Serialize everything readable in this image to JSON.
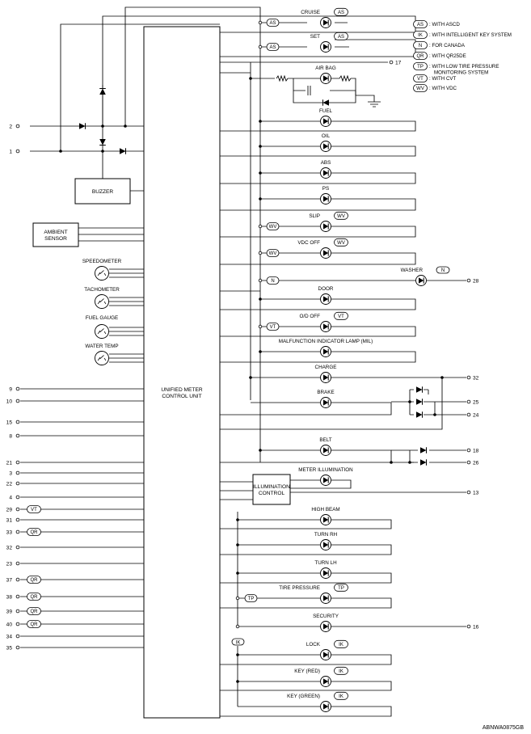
{
  "control_unit": {
    "label_line1": "UNIFIED METER",
    "label_line2": "CONTROL UNIT"
  },
  "buzzer": {
    "label": "BUZZER"
  },
  "ambient_sensor": {
    "label_line1": "AMBIENT",
    "label_line2": "SENSOR"
  },
  "illumination_control": {
    "label_line1": "ILLUMINATION",
    "label_line2": "CONTROL"
  },
  "gauges": [
    {
      "label": "SPEEDOMETER"
    },
    {
      "label": "TACHOMETER"
    },
    {
      "label": "FUEL GAUGE"
    },
    {
      "label": "WATER TEMP"
    }
  ],
  "lamps": [
    {
      "label": "CRUISE",
      "code": "AS",
      "wire_code": "AS"
    },
    {
      "label": "SET",
      "code": "AS",
      "wire_code": "AS"
    },
    {
      "label": "AIR BAG",
      "code": "",
      "wire_code": ""
    },
    {
      "label": "FUEL",
      "code": "",
      "wire_code": ""
    },
    {
      "label": "OIL",
      "code": "",
      "wire_code": ""
    },
    {
      "label": "ABS",
      "code": "",
      "wire_code": ""
    },
    {
      "label": "PS",
      "code": "",
      "wire_code": ""
    },
    {
      "label": "SLIP",
      "code": "WV",
      "wire_code": "WV"
    },
    {
      "label": "VDC OFF",
      "code": "WV",
      "wire_code": "WV"
    },
    {
      "label": "",
      "code": "",
      "wire_code": "N"
    },
    {
      "label": "DOOR",
      "code": "",
      "wire_code": ""
    },
    {
      "label": "O/D OFF",
      "code": "VT",
      "wire_code": "VT"
    },
    {
      "label": "MALFUNCTION INDICATOR LAMP (MIL)",
      "code": "",
      "wire_code": ""
    },
    {
      "label": "CHARGE",
      "code": "",
      "wire_code": ""
    },
    {
      "label": "BRAKE",
      "code": "",
      "wire_code": ""
    },
    {
      "label": "BELT",
      "code": "",
      "wire_code": ""
    },
    {
      "label": "METER ILLUMINATION",
      "code": "",
      "wire_code": ""
    },
    {
      "label": "HIGH BEAM",
      "code": "",
      "wire_code": ""
    },
    {
      "label": "TURN RH",
      "code": "",
      "wire_code": ""
    },
    {
      "label": "TURN LH",
      "code": "",
      "wire_code": ""
    },
    {
      "label": "TIRE PRESSURE",
      "code": "TP",
      "wire_code": "TP"
    },
    {
      "label": "SECURITY",
      "code": "",
      "wire_code": ""
    },
    {
      "label": "LOCK",
      "code": "IK",
      "wire_code": ""
    },
    {
      "label": "KEY (RED)",
      "code": "IK",
      "wire_code": ""
    },
    {
      "label": "KEY (GREEN)",
      "code": "IK",
      "wire_code": ""
    }
  ],
  "washer": {
    "label": "WASHER",
    "code": "N"
  },
  "ik_bus_code": "IK",
  "left_terminals": [
    {
      "num": "2",
      "code": ""
    },
    {
      "num": "1",
      "code": ""
    },
    {
      "num": "9",
      "code": ""
    },
    {
      "num": "10",
      "code": ""
    },
    {
      "num": "15",
      "code": ""
    },
    {
      "num": "8",
      "code": ""
    },
    {
      "num": "21",
      "code": ""
    },
    {
      "num": "3",
      "code": ""
    },
    {
      "num": "22",
      "code": ""
    },
    {
      "num": "4",
      "code": ""
    },
    {
      "num": "29",
      "code": "VT"
    },
    {
      "num": "31",
      "code": ""
    },
    {
      "num": "33",
      "code": "QR"
    },
    {
      "num": "32",
      "code": ""
    },
    {
      "num": "23",
      "code": ""
    },
    {
      "num": "37",
      "code": "QR"
    },
    {
      "num": "38",
      "code": "QR"
    },
    {
      "num": "39",
      "code": "QR"
    },
    {
      "num": "40",
      "code": "QR"
    },
    {
      "num": "34",
      "code": ""
    },
    {
      "num": "35",
      "code": ""
    }
  ],
  "right_terminals": [
    "17",
    "28",
    "32",
    "25",
    "24",
    "18",
    "26",
    "13",
    "16"
  ],
  "legend": [
    {
      "code": "AS",
      "text": ": WITH ASCD"
    },
    {
      "code": "IK",
      "text": ": WITH INTELLIGENT KEY SYSTEM"
    },
    {
      "code": "N",
      "text": ": FOR CANADA"
    },
    {
      "code": "QR",
      "text": ": WITH QR25DE"
    },
    {
      "code": "TP",
      "text": ": WITH LOW TIRE PRESSURE",
      "text2": "MONITORING SYSTEM"
    },
    {
      "code": "VT",
      "text": ": WITH CVT"
    },
    {
      "code": "WV",
      "text": ": WITH VDC"
    }
  ],
  "footer_id": "ABNWA0875GB"
}
